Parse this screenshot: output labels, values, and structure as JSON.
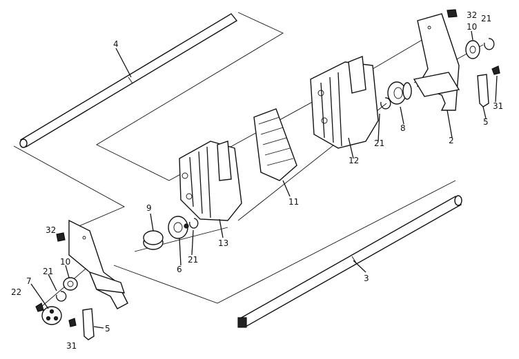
{
  "diagram": {
    "labels": {
      "l2": "2",
      "l3": "3",
      "l4": "4",
      "l5a": "5",
      "l5b": "5",
      "l6": "6",
      "l7": "7",
      "l8": "8",
      "l9": "9",
      "l10a": "10",
      "l10b": "10",
      "l11": "11",
      "l12": "12",
      "l13": "13",
      "l21a": "21",
      "l21b": "21",
      "l21c": "21",
      "l21d": "21",
      "l22": "22",
      "l31a": "31",
      "l31b": "31",
      "l32a": "32",
      "l32b": "32"
    }
  }
}
